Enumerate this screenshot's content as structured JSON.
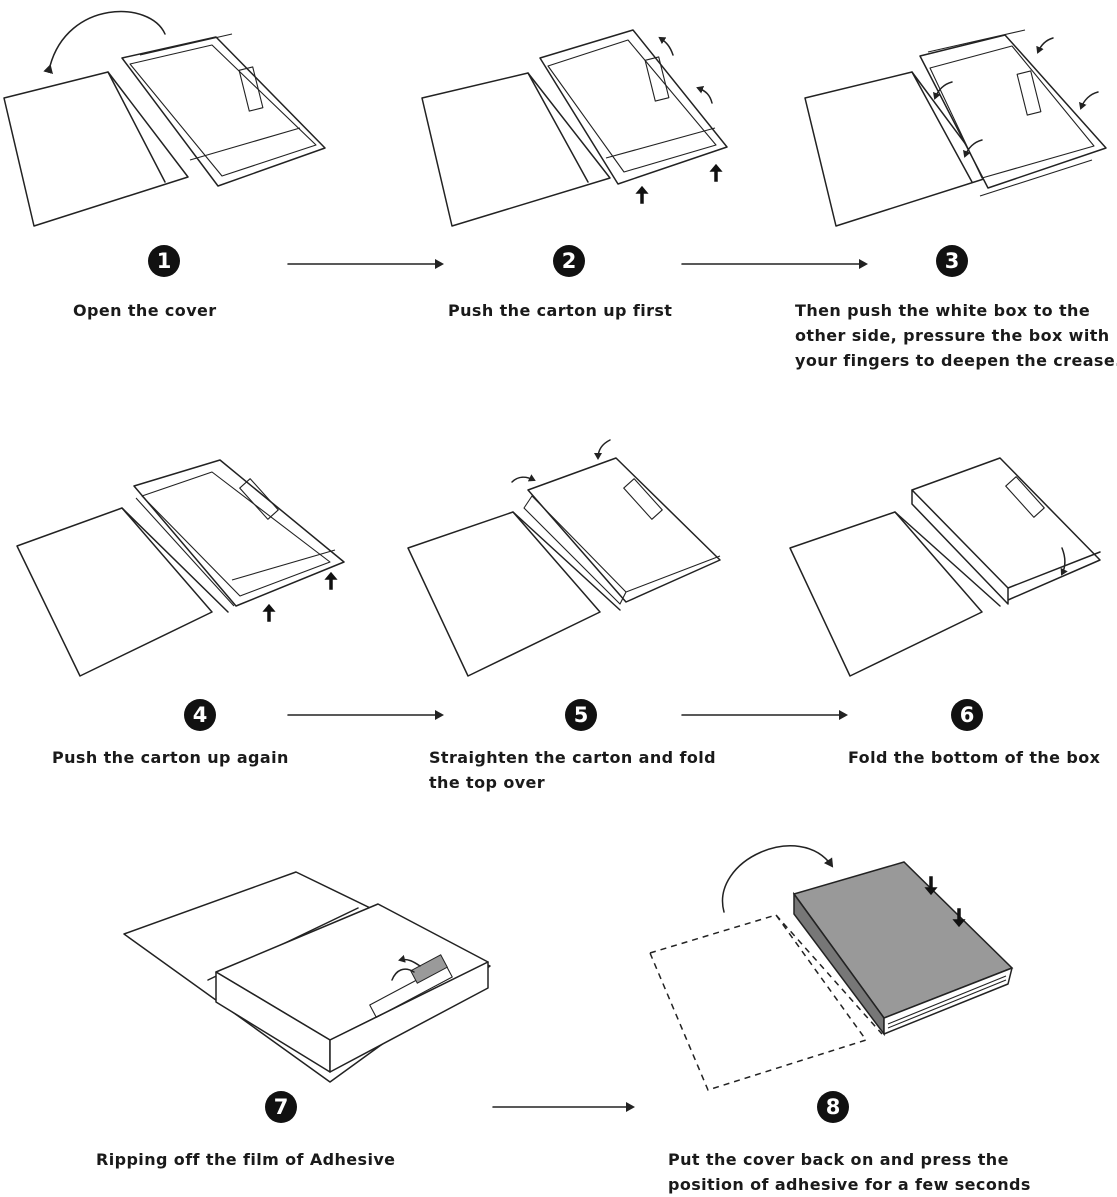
{
  "steps": [
    {
      "number": "1",
      "caption": [
        "Open the cover"
      ],
      "icon": "open-cover-illustration"
    },
    {
      "number": "2",
      "caption": [
        "Push the carton up first"
      ],
      "icon": "push-carton-illustration"
    },
    {
      "number": "3",
      "caption": [
        "Then push the white box to the",
        "other side, pressure the box with",
        "your fingers to deepen the crease."
      ],
      "icon": "push-white-box-illustration"
    },
    {
      "number": "4",
      "caption": [
        "Push the carton up again"
      ],
      "icon": "push-carton-again-illustration"
    },
    {
      "number": "5",
      "caption": [
        "Straighten the carton and fold",
        "the top over"
      ],
      "icon": "fold-top-illustration"
    },
    {
      "number": "6",
      "caption": [
        "Fold the bottom of the box"
      ],
      "icon": "fold-bottom-illustration"
    },
    {
      "number": "7",
      "caption": [
        "Ripping off the film of Adhesive"
      ],
      "icon": "peel-adhesive-illustration"
    },
    {
      "number": "8",
      "caption": [
        "Put the cover back on and press the",
        "position of adhesive for a few seconds"
      ],
      "icon": "close-cover-illustration"
    }
  ],
  "colors": {
    "ink": "#111111",
    "cover_gray": "#999999",
    "background": "#ffffff"
  }
}
